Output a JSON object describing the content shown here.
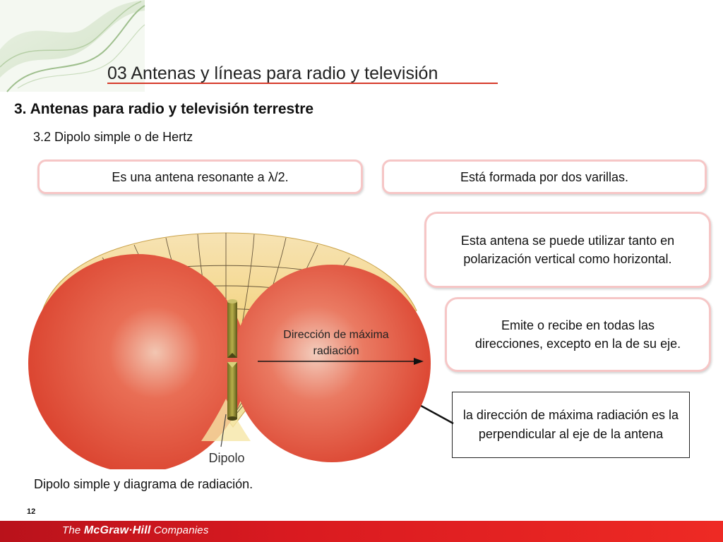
{
  "header": {
    "title": "03  Antenas y líneas para radio y televisión"
  },
  "section": {
    "title": "3. Antenas para radio y televisión terrestre"
  },
  "subsection": {
    "title": "3.2 Dipolo simple o de Hertz"
  },
  "boxes": {
    "resonant": "Es una antena resonante a λ/2.",
    "rods": "Está formada por dos varillas.",
    "polarization": "Esta antena se puede utilizar tanto en polarización vertical como horizontal.",
    "directions": "Emite o recibe en todas las direcciones, excepto en la de su eje."
  },
  "note": {
    "text": "la dirección de máxima radiación es la perpendicular al eje de la antena"
  },
  "diagram": {
    "direction_label_line1": "Dirección de máxima",
    "direction_label_line2": "radiación",
    "dipole_label": "Dipolo"
  },
  "caption": "Dipolo simple y diagrama de radiación.",
  "page_number": "12",
  "footer": {
    "logo_prefix": "The ",
    "logo_brand": "McGraw·Hill",
    "logo_suffix": " Companies"
  },
  "colors": {
    "accent_red": "#d63a2a",
    "lobe_red": "#e04a36",
    "torus_yellow": "#f3d27a",
    "box_border_pink": "#f6c6c6",
    "footer_red": "#d91a20"
  }
}
